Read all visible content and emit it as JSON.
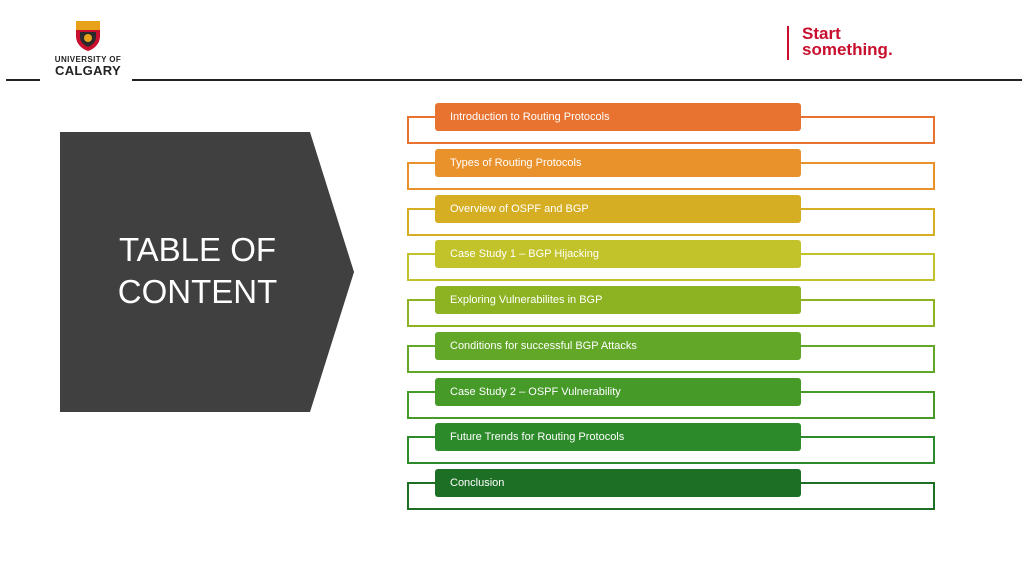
{
  "header": {
    "university_line1": "UNIVERSITY OF",
    "university_line2": "CALGARY",
    "tagline_line1": "Start",
    "tagline_line2": "something."
  },
  "title": {
    "line1": "TABLE OF",
    "line2": "CONTENT"
  },
  "colors": {
    "title_panel": "#404040",
    "brand_red": "#c8102e"
  },
  "items": [
    {
      "label": "Introduction to Routing Protocols",
      "color": "#e8722f"
    },
    {
      "label": "Types of Routing Protocols",
      "color": "#e9912b"
    },
    {
      "label": "Overview of OSPF and BGP",
      "color": "#d6ae23"
    },
    {
      "label": "Case Study 1 – BGP Hijacking",
      "color": "#c2c22b"
    },
    {
      "label": "Exploring Vulnerabilites in BGP",
      "color": "#8db322"
    },
    {
      "label": "Conditions for successful BGP Attacks",
      "color": "#62a728"
    },
    {
      "label": "Case Study 2 – OSPF Vulnerability",
      "color": "#459a28"
    },
    {
      "label": "Future Trends for Routing Protocols",
      "color": "#2c8a2a"
    },
    {
      "label": "Conclusion",
      "color": "#1e6f26"
    }
  ]
}
